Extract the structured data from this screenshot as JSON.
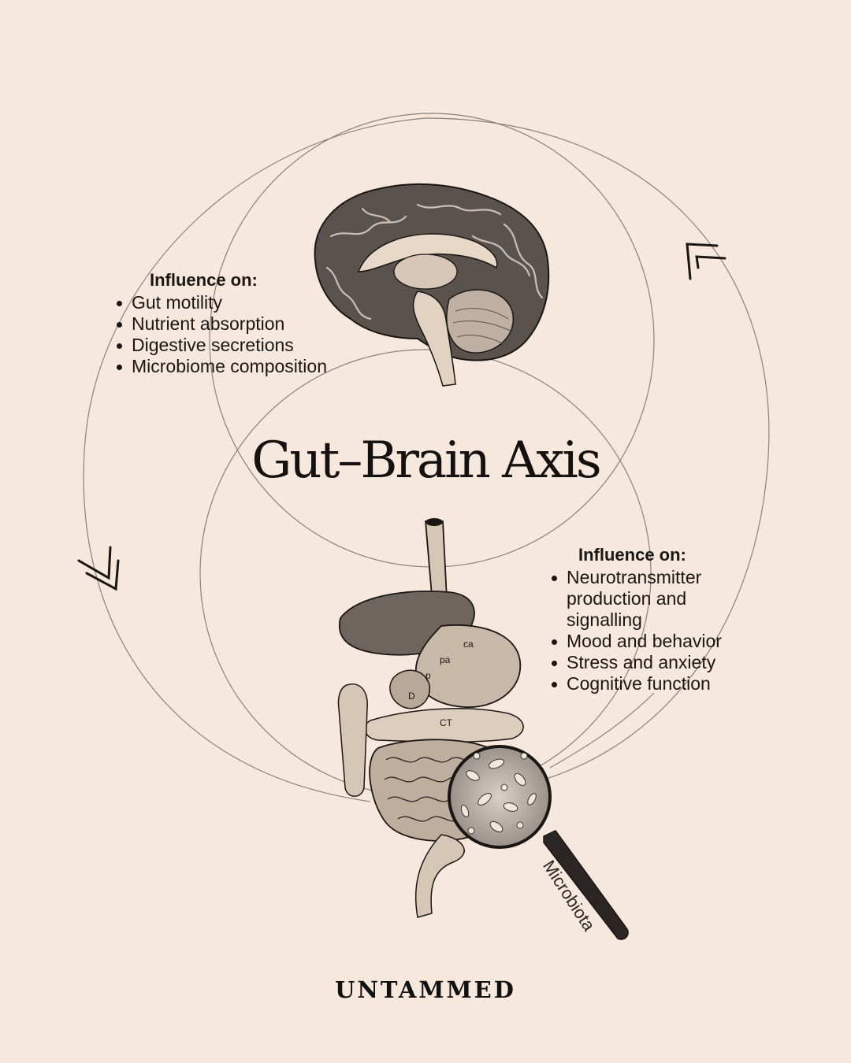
{
  "title": "Gut–Brain Axis",
  "brain_influence": {
    "heading": "Influence on:",
    "items": [
      "Gut motility",
      "Nutrient absorption",
      "Digestive secretions",
      "Microbiome composition"
    ]
  },
  "gut_influence": {
    "heading": "Influence on:",
    "items": [
      "Neurotransmitter production and signalling",
      "Mood and behavior",
      "Stress and anxiety",
      "Cognitive function"
    ]
  },
  "gut_labels": {
    "pa": "pa",
    "ca": "ca",
    "p": "p",
    "d": "D",
    "ct": "CT"
  },
  "microbiota_label": "Microbiota",
  "brand": "UNTAMMED",
  "icons": {
    "top_right_arrow": "double-chevron-up-left-icon",
    "left_arrow": "double-chevron-down-right-icon",
    "magnifier": "magnifying-glass-icon"
  },
  "colors": {
    "background": "#f6e8dc",
    "ink": "#1a1614",
    "line": "#7a716b"
  }
}
